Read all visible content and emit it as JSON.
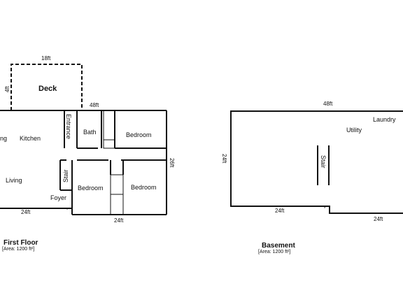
{
  "deck": {
    "label": "Deck",
    "width_label": "18ft",
    "depth_label": "4ft"
  },
  "first_floor": {
    "title": "First Floor",
    "area": "[Area: 1200 ft²]",
    "dims": {
      "top": "48ft",
      "right": "26ft",
      "bottom_left": "24ft",
      "bottom_right": "24ft"
    },
    "rooms": {
      "dining": "ng",
      "kitchen": "Kitchen",
      "entrance": "Entrance",
      "bath": "Bath",
      "bedroom_1": "Bedroom",
      "stair": "Stair",
      "living": "Living",
      "foyer": "Foyer",
      "bedroom_2": "Bedroom",
      "bedroom_3": "Bedroom"
    }
  },
  "basement": {
    "title": "Basement",
    "area": "[Area: 1200 ft²]",
    "dims": {
      "top": "48ft",
      "left": "24ft",
      "bottom_left": "24ft",
      "bottom_right": "24ft"
    },
    "rooms": {
      "utility": "Utility",
      "laundry": "Laundry",
      "stair": "Stair"
    }
  }
}
